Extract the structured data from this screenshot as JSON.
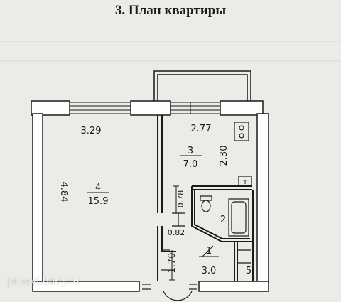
{
  "heading": "3. План квартиры",
  "watermark": "genevi.baby.ru",
  "colors": {
    "ink": "#1a1a1a",
    "paper": "#ecebe8",
    "wall": "#ffffff"
  },
  "rooms": [
    {
      "number": "4",
      "area": "15.9"
    },
    {
      "number": "3",
      "area": "7.0"
    },
    {
      "number": "2"
    },
    {
      "number": "1",
      "area": "3.0"
    },
    {
      "number": "5"
    }
  ],
  "dimensions": {
    "room4_width": "3.29",
    "room4_length": "4.84",
    "kitchen_width": "2.77",
    "kitchen_length": "2.30",
    "bath_door": "0.78",
    "corridor_passage": "0.82",
    "hall_length": "1.70"
  },
  "fixture_labels": {
    "water_heater": "т"
  }
}
